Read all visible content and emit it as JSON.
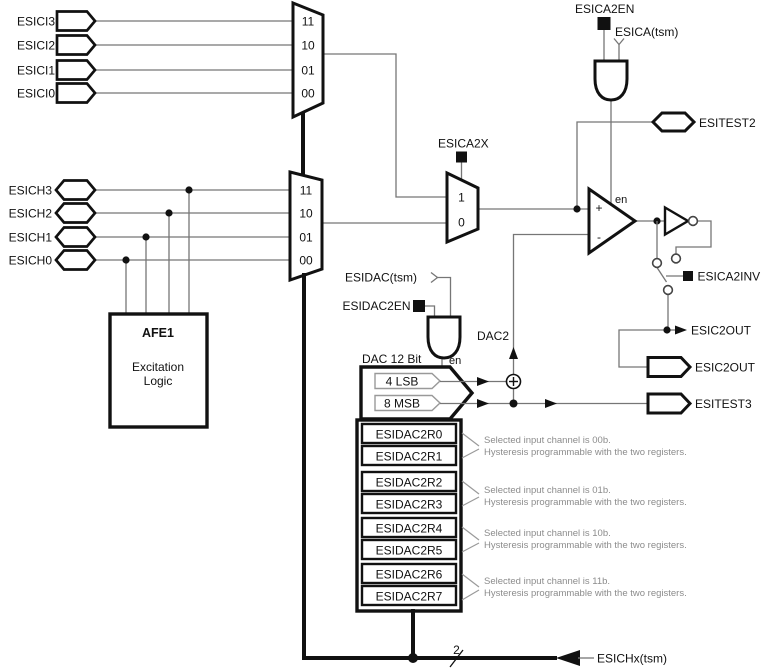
{
  "diagram": {
    "ci_pins": [
      {
        "label": "ESICI3"
      },
      {
        "label": "ESICI2"
      },
      {
        "label": "ESICI1"
      },
      {
        "label": "ESICI0"
      }
    ],
    "ch_pins": [
      {
        "label": "ESICH3"
      },
      {
        "label": "ESICH2"
      },
      {
        "label": "ESICH1"
      },
      {
        "label": "ESICH0"
      }
    ],
    "mux_select_labels": [
      "11",
      "10",
      "01",
      "00"
    ],
    "xmux": {
      "label": "ESICA2X",
      "in1": "1",
      "in0": "0"
    },
    "afe": {
      "name": "AFE1",
      "desc1": "Excitation",
      "desc2": "Logic"
    },
    "comparator": {
      "esica2en": "ESICA2EN",
      "esica_tsm": "ESICA(tsm)",
      "en": "en",
      "plus": "+",
      "minus": "-",
      "invert": "ESICA2INV"
    },
    "dac": {
      "title": "DAC 12 Bit",
      "en": "en",
      "lsb": "4 LSB",
      "msb": "8 MSB",
      "out": "DAC2",
      "esidac_tsm": "ESIDAC(tsm)",
      "esidac2en": "ESIDAC2EN",
      "registers": [
        "ESIDAC2R0",
        "ESIDAC2R1",
        "ESIDAC2R2",
        "ESIDAC2R3",
        "ESIDAC2R4",
        "ESIDAC2R5",
        "ESIDAC2R6",
        "ESIDAC2R7"
      ]
    },
    "outputs": {
      "esitest2": "ESITEST2",
      "esic2out_signal": "ESIC2OUT",
      "esic2out_pin": "ESIC2OUT",
      "esitest3": "ESITEST3"
    },
    "bus": {
      "label": "ESICHx(tsm)",
      "width": "2"
    },
    "annotations": [
      {
        "l1": "Selected input channel is 00b.",
        "l2": "Hysteresis programmable with the two registers."
      },
      {
        "l1": "Selected input channel is 01b.",
        "l2": "Hysteresis programmable with the two registers."
      },
      {
        "l1": "Selected input channel is 10b.",
        "l2": "Hysteresis programmable with the two registers."
      },
      {
        "l1": "Selected input channel is 11b.",
        "l2": "Hysteresis programmable with the two registers."
      }
    ],
    "colors": {
      "ink": "#111111",
      "wire": "#767676",
      "annotation": "#8c8c8c"
    }
  }
}
